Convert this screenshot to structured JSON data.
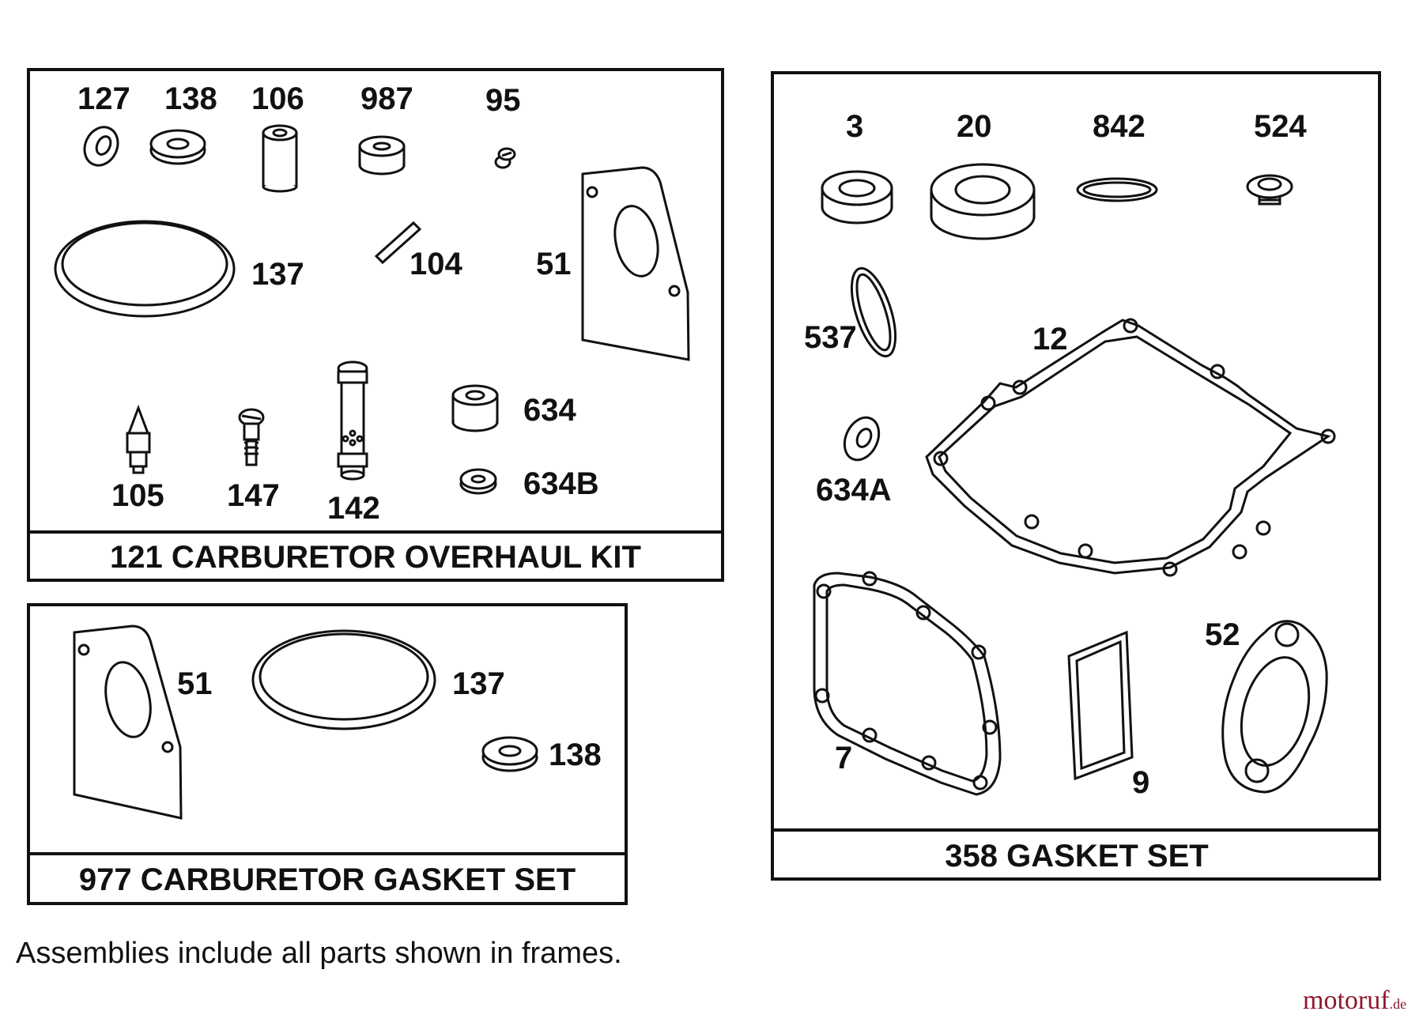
{
  "colors": {
    "ink": "#111111",
    "logo": "#8b1a2b",
    "background": "#ffffff"
  },
  "overhaul_kit": {
    "title": "121 CARBURETOR OVERHAUL KIT",
    "labels": {
      "p127": "127",
      "p138": "138",
      "p106": "106",
      "p987": "987",
      "p95": "95",
      "p137": "137",
      "p104": "104",
      "p51": "51",
      "p634": "634",
      "p634b": "634B",
      "p105": "105",
      "p147": "147",
      "p142": "142"
    }
  },
  "carb_gasket_set": {
    "title": "977 CARBURETOR GASKET SET",
    "labels": {
      "p51": "51",
      "p137": "137",
      "p138": "138"
    }
  },
  "gasket_set": {
    "title": "358 GASKET SET",
    "labels": {
      "p3": "3",
      "p20": "20",
      "p842": "842",
      "p524": "524",
      "p537": "537",
      "p12": "12",
      "p634a": "634A",
      "p7": "7",
      "p9": "9",
      "p52": "52"
    }
  },
  "footnote": "Assemblies include all parts shown in frames.",
  "watermark": {
    "brand": "motoruf",
    "suffix": ".de"
  }
}
